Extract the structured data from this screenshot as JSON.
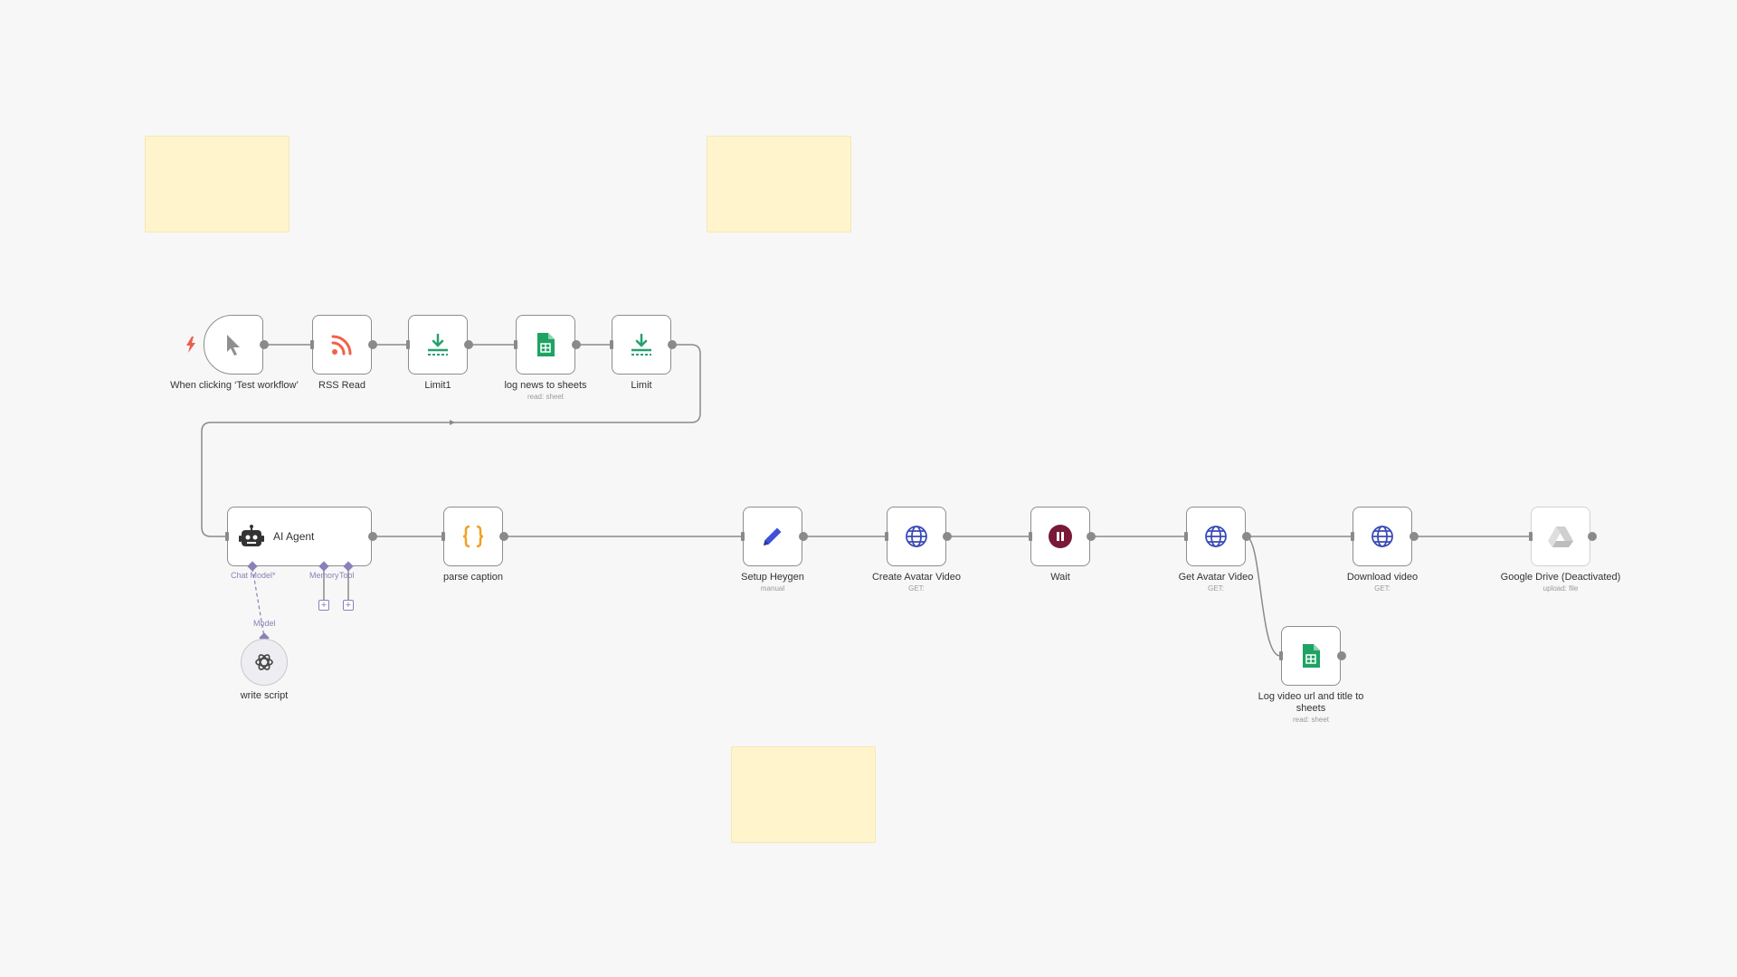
{
  "workflow": {
    "nodes": {
      "trigger": {
        "label": "When clicking ‘Test workflow’",
        "icon": "pointer-icon"
      },
      "rss": {
        "label": "RSS Read",
        "icon": "rss-icon",
        "color": "#f26148"
      },
      "limit1": {
        "label": "Limit1",
        "icon": "limit-icon",
        "color": "#27a06e"
      },
      "log_news": {
        "label": "log news to sheets",
        "sublabel": "read: sheet",
        "icon": "google-sheets-icon",
        "color": "#1ea362"
      },
      "limit": {
        "label": "Limit",
        "icon": "limit-icon",
        "color": "#27a06e"
      },
      "ai_agent": {
        "label": "AI Agent",
        "icon": "robot-icon",
        "connectors": {
          "chat_model": "Chat Model*",
          "memory": "Memory",
          "tool": "Tool"
        }
      },
      "write_script": {
        "label": "write script",
        "connector": "Model",
        "icon": "openai-icon"
      },
      "parse_caption": {
        "label": "parse caption",
        "icon": "code-braces-icon",
        "color": "#f0a226"
      },
      "setup_heygen": {
        "label": "Setup Heygen",
        "sublabel": "manual",
        "icon": "pencil-icon",
        "color": "#3f51d9"
      },
      "create_avatar": {
        "label": "Create Avatar Video",
        "sublabel": "GET:",
        "icon": "globe-icon",
        "color": "#3b4bb5"
      },
      "wait": {
        "label": "Wait",
        "icon": "pause-icon",
        "color": "#7a1838"
      },
      "get_avatar": {
        "label": "Get Avatar Video",
        "sublabel": "GET:",
        "icon": "globe-icon",
        "color": "#3b4bb5"
      },
      "log_video": {
        "label": "Log video url and title to sheets",
        "sublabel": "read: sheet",
        "icon": "google-sheets-icon",
        "color": "#1ea362"
      },
      "download": {
        "label": "Download video",
        "sublabel": "GET:",
        "icon": "globe-icon",
        "color": "#3b4bb5"
      },
      "gdrive": {
        "label": "Google Drive (Deactivated)",
        "sublabel": "upload: file",
        "icon": "google-drive-icon",
        "color": "#c8c8c8"
      }
    }
  }
}
